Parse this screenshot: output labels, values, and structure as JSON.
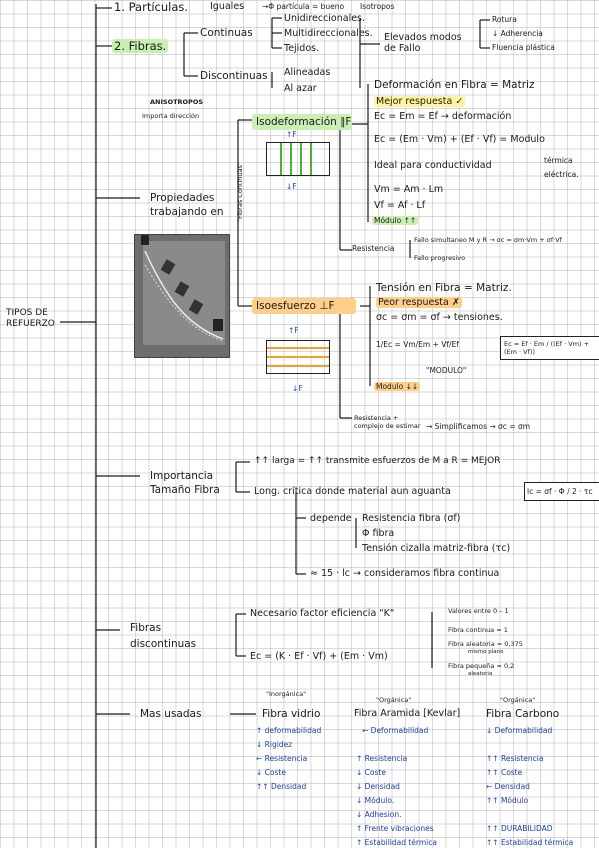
{
  "main_title": "TIPOS DE REFUERZO",
  "particulas": {
    "label": "1. Partículas.",
    "iguales": "Iguales",
    "phi_bueno": "→Φ partícula = bueno",
    "isotropos": "Isotropos"
  },
  "fibras": {
    "label": "2. Fibras.",
    "continuas": "Continuas",
    "discontinuas": "Discontinuas",
    "unidireccionales": "Unidireccionales.",
    "multidireccionales": "Multidireccionales.",
    "tejidos": "Tejidos.",
    "alineadas": "Alineadas",
    "al_azar": "Al azar",
    "modos_fallo": "Elevados modos de Fallo",
    "rotura": "Rotura",
    "adherencia": "↓ Adherencia",
    "fluencia": "Fluencia plástica",
    "anisotropos": "ANISOTROPOS",
    "importa_direccion": "Importa dirección"
  },
  "propiedades": {
    "label": "Propiedades",
    "label2": "trabajando en",
    "fibras_continuas_vertical": "\"Fibras Continuas\""
  },
  "isodeformacion": {
    "label": "Isodeformación ∥F",
    "def_fibra": "Deformación en Fibra = Matriz",
    "mejor_respuesta": "Mejor respuesta ✓",
    "eq_def": "Ec = Em = Ef → deformación",
    "eq_mod": "Ec = (Em · Vm) + (Ef · Vf) = Modulo",
    "ideal": "Ideal para conductividad",
    "termica": "térmica",
    "electrica": "eléctrica.",
    "vm": "Vm = Am · Lm",
    "vf": "Vf = Af · Lf",
    "modulo": "Módulo ↑↑",
    "resistencia": "Resistencia",
    "fallo_simultaneo": "Fallo simultaneo M y R → σc = σm·Vm + σf·Vf",
    "fallo_progresivo": "Fallo progresivo"
  },
  "isoesfuerzo": {
    "label": "Isoesfuerzo ⊥F",
    "tension": "Tensión en Fibra = Matriz.",
    "peor_respuesta": "Peor respuesta ✗",
    "eq_sigma": "σc = σm = σf → tensiones.",
    "eq_frac_left": "1/Ec = Vm/Em + Vf/Ef",
    "eq_ec": "Ec = Ef · Em / ((Ef · Vm) + (Em · Vf))",
    "modulo_quote": "\"MODULO\"",
    "modulo": "Modulo ↓↓",
    "resistencia": "Resistencia + complejo de estimar",
    "simplificamos": "→ Simplificamos → σc = σm"
  },
  "importancia": {
    "label": "Importancia",
    "label2": "Tamaño Fibra",
    "larga": "↑↑ larga = ↑↑ transmite esfuerzos de M a R = MEJOR",
    "long_critica": "Long. crítica donde material aun aguanta",
    "lc_formula": "lc = σf · Φ / 2 · τc",
    "depende": "depende",
    "res_fibra": "Resistencia fibra (σf)",
    "phi_fibra": "Φ fibra",
    "tension_cizalla": "Tensión cizalla matriz-fibra (τc)",
    "approx": "≈ 15 · lc → consideramos fibra continua"
  },
  "discontinuas_section": {
    "label": "Fibras",
    "label2": "discontinuas",
    "factor": "Necesario factor eficiencia \"K\"",
    "valores": "Valores entre 0 – 1",
    "continua": "Fibra continua = 1",
    "aleatoria": "Fibra aleatoria = 0,375",
    "aleatoria_sub": "mismo plano",
    "pequena": "Fibra pequeña = 0,2",
    "pequena_sub": "aleatoria",
    "ec_formula": "Ec = (K · Ef · Vf) + (Em · Vm)"
  },
  "mas_usadas": {
    "label": "Mas usadas",
    "vidrio": {
      "tag": "\"Inorgánica\"",
      "name": "Fibra vidrio",
      "props": [
        "↑ deformabilidad",
        "↓ Rigidez",
        "← Resistencia",
        "↓ Coste",
        "↑↑ Densidad"
      ]
    },
    "aramida": {
      "tag": "\"Orgánica\"",
      "name": "Fibra Aramida [Kevlar]",
      "props": [
        "← Deformabilidad",
        "↑ Resistencia",
        "↓ Coste",
        "↓ Densidad",
        "↓ Módulo.",
        "↓ Adhesion.",
        "↑ Frente vibraciones",
        "↑ Estabilidad térmica"
      ]
    },
    "carbono": {
      "tag": "\"Orgánica\"",
      "name": "Fibra Carbono",
      "props": [
        "↓ Deformabilidad",
        "↑↑ Resistencia",
        "↑↑ Coste",
        "← Densidad",
        "↑↑ Módulo",
        "↑↑ DURABILIDAD",
        "↑↑ Estabilidad térmica"
      ]
    }
  },
  "colors": {
    "green": "#c9f0b2",
    "orange": "#ffcf8a",
    "purple": "#e2c8ef",
    "ink_blue": "#1f3fa8"
  }
}
